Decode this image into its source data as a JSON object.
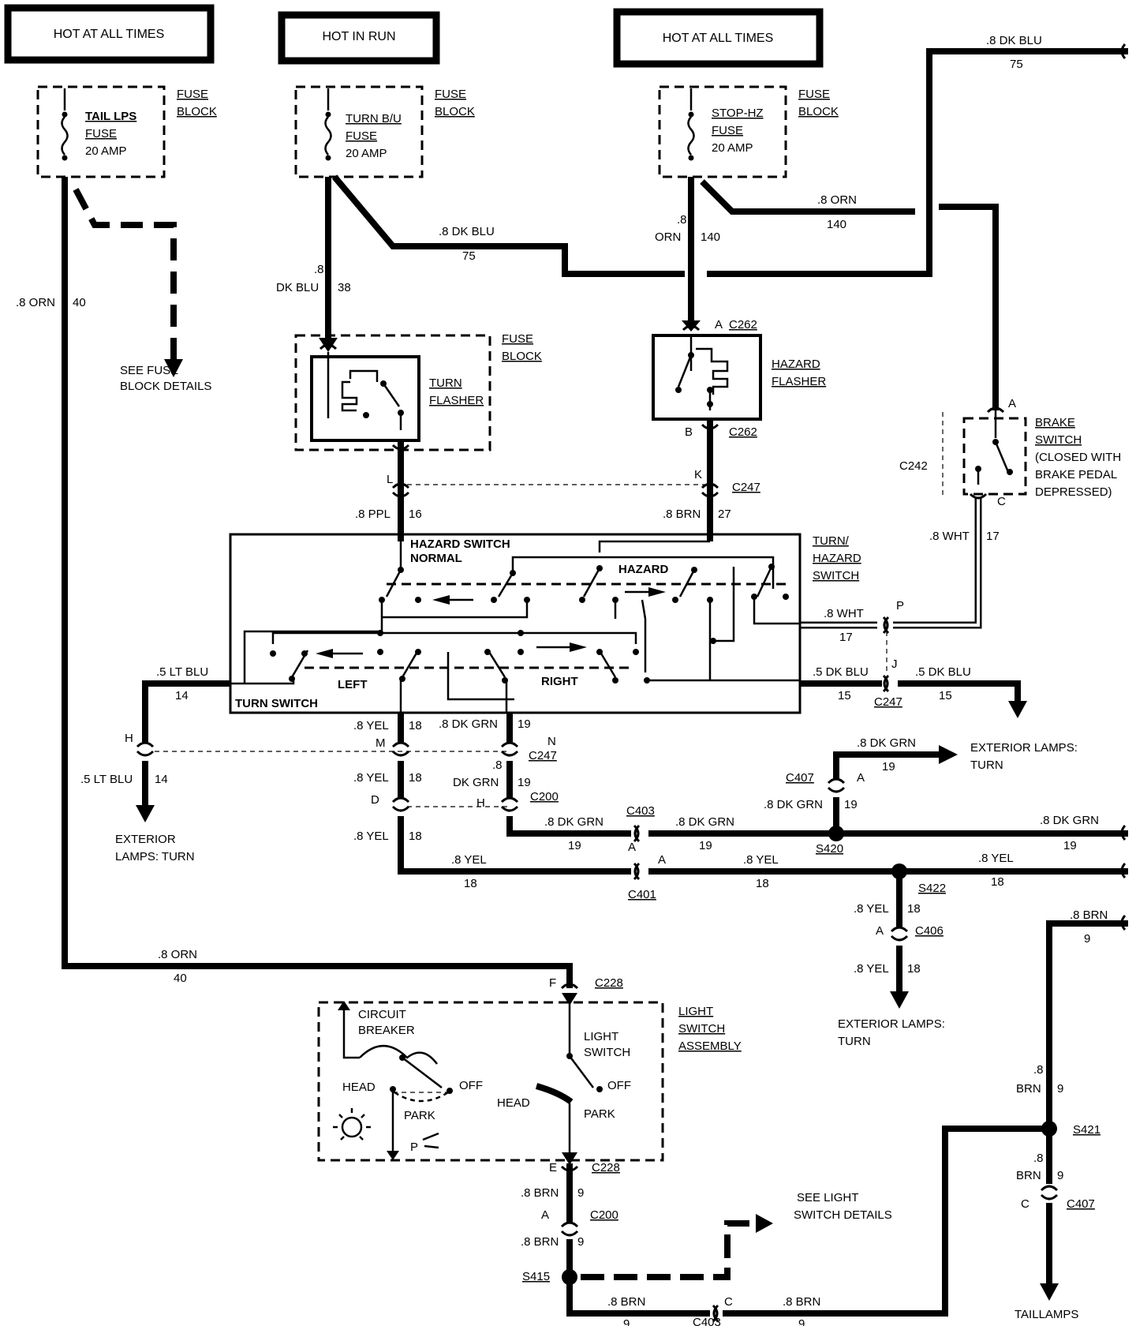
{
  "headers": {
    "hot_all_times_1": "HOT AT ALL TIMES",
    "hot_in_run": "HOT IN RUN",
    "hot_all_times_2": "HOT AT ALL TIMES"
  },
  "fuses": {
    "tail": {
      "l1": "TAIL LPS",
      "l2": "FUSE",
      "l3": "20 AMP"
    },
    "turn": {
      "l1": "TURN B/U",
      "l2": "FUSE",
      "l3": "20 AMP"
    },
    "stop": {
      "l1": "STOP-HZ",
      "l2": "FUSE",
      "l3": "20 AMP"
    },
    "fb1": "FUSE",
    "fb2": "BLOCK"
  },
  "see_fuse": {
    "l1": "SEE FUSE",
    "l2": "BLOCK DETAILS"
  },
  "see_light": {
    "l1": "SEE LIGHT",
    "l2": "SWITCH DETAILS"
  },
  "components": {
    "turn_flasher": {
      "l1": "TURN",
      "l2": "FLASHER"
    },
    "hazard_flasher": {
      "l1": "HAZARD",
      "l2": "FLASHER"
    },
    "brake_switch": {
      "l1": "BRAKE",
      "l2": "SWITCH",
      "l3": "(CLOSED WITH",
      "l4": "BRAKE PEDAL",
      "l5": "DEPRESSED)"
    },
    "turn_hazard": {
      "l1": "TURN/",
      "l2": "HAZARD",
      "l3": "SWITCH"
    },
    "hazard_switch": {
      "l1": "HAZARD SWITCH",
      "l2": "NORMAL"
    },
    "hazard": "HAZARD",
    "left": "LEFT",
    "right": "RIGHT",
    "turn_switch": "TURN SWITCH",
    "light_switch_assy": {
      "l1": "LIGHT",
      "l2": "SWITCH",
      "l3": "ASSEMBLY"
    },
    "circuit_breaker": {
      "l1": "CIRCUIT",
      "l2": "BREAKER"
    },
    "light_switch": {
      "l1": "LIGHT",
      "l2": "SWITCH"
    },
    "head": "HEAD",
    "off": "OFF",
    "park": "PARK",
    "p": "P"
  },
  "wires": {
    "orn_08": ".8 ORN",
    "orn_40": "40",
    "orn_140": "140",
    "orn": "ORN",
    "p8": ".8",
    "dkblu_08": ".8 DK BLU",
    "n75": "75",
    "dkblu": "DK BLU",
    "n38": "38",
    "ppl": ".8 PPL",
    "n16": "16",
    "brn_08": ".8 BRN",
    "n27": "27",
    "wht": ".8 WHT",
    "n17": "17",
    "ltblu": ".5 LT BLU",
    "n14": "14",
    "ltblu_short": ".5 LT BLU",
    "dkblu_05": ".5 DK BLU",
    "n15": "15",
    "yel": ".8 YEL",
    "n18": "18",
    "dkgrn": ".8 DK GRN",
    "n19": "19",
    "dkgrn_s": "DK GRN",
    "brn_s": "BRN",
    "n9": "9"
  },
  "connectors": {
    "c262": "C262",
    "c247": "C247",
    "c242": "C242",
    "c200": "C200",
    "c403": "C403",
    "c401": "C401",
    "c407": "C407",
    "c406": "C406",
    "c228": "C228",
    "s420": "S420",
    "s422": "S422",
    "s421": "S421",
    "s415": "S415",
    "A": "A",
    "B": "B",
    "C": "C",
    "D": "D",
    "E": "E",
    "F": "F",
    "H": "H",
    "J": "J",
    "K": "K",
    "L": "L",
    "M": "M",
    "N": "N",
    "P": "P"
  },
  "destinations": {
    "ext_turn": "EXTERIOR LAMPS:",
    "turn": "TURN",
    "ext_turn2": "EXTERIOR",
    "lamps_turn": "LAMPS: TURN",
    "taillamps": "TAILLAMPS"
  }
}
